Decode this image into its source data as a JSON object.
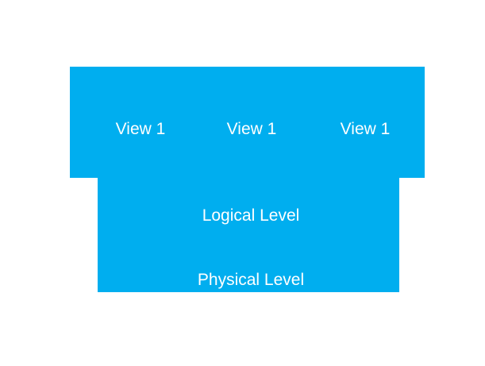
{
  "diagram": {
    "type": "three-schema-architecture",
    "accent_color": "#00AEEF",
    "text_color": "#FFFFFF",
    "view_level": {
      "views": [
        {
          "label": "View 1"
        },
        {
          "label": "View 1"
        },
        {
          "label": "View 1"
        }
      ]
    },
    "logical_level": {
      "label": "Logical Level"
    },
    "physical_level": {
      "label": "Physical Level"
    }
  }
}
